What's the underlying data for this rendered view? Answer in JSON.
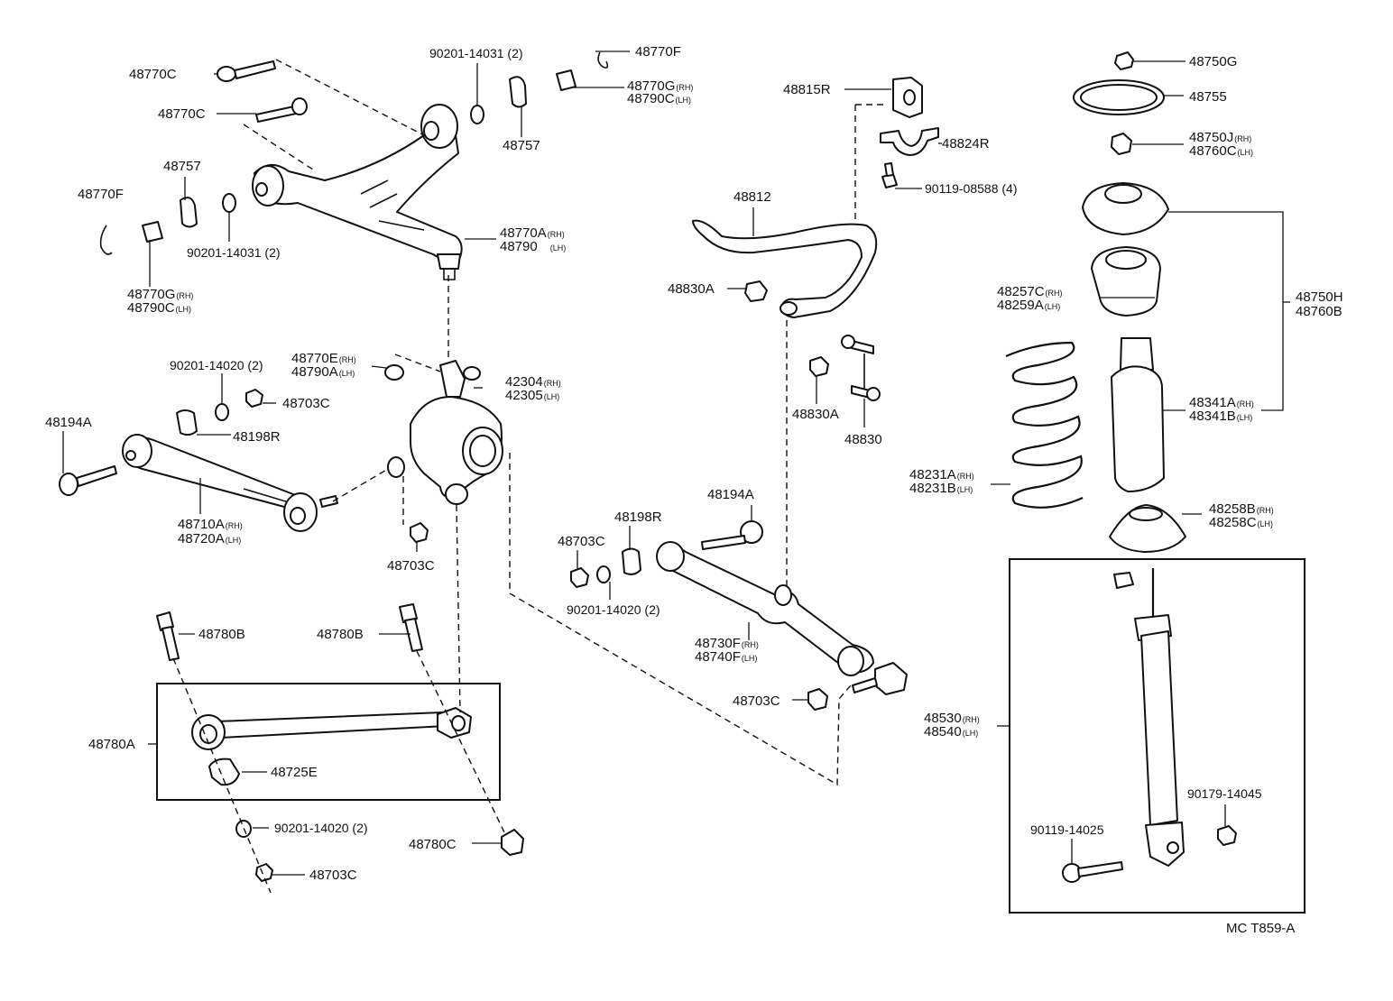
{
  "diagram": {
    "caption": "MC T859-A",
    "parts": {
      "p48770C_a": {
        "num": "48770C",
        "side": ""
      },
      "p48770C_b": {
        "num": "48770C",
        "side": ""
      },
      "p90201_14031_top": {
        "num": "90201-14031 (2)",
        "side": ""
      },
      "p48770F_top": {
        "num": "48770F",
        "side": ""
      },
      "p48770G_rh_top": {
        "num": "48770G",
        "side": "(RH)"
      },
      "p48790C_lh_top": {
        "num": "48790C",
        "side": "(LH)"
      },
      "p48757_top": {
        "num": "48757",
        "side": ""
      },
      "p48757_left": {
        "num": "48757",
        "side": ""
      },
      "p48770F_left": {
        "num": "48770F",
        "side": ""
      },
      "p90201_14031_left": {
        "num": "90201-14031 (2)",
        "side": ""
      },
      "p48770A_rh": {
        "num": "48770A",
        "side": "(RH)"
      },
      "p48790_lh": {
        "num": "48790",
        "side": "(LH)"
      },
      "p48770G_rh_left": {
        "num": "48770G",
        "side": "(RH)"
      },
      "p48790C_lh_left": {
        "num": "48790C",
        "side": "(LH)"
      },
      "p90201_14020_a": {
        "num": "90201-14020 (2)",
        "side": ""
      },
      "p48770E_rh": {
        "num": "48770E",
        "side": "(RH)"
      },
      "p48790A_lh": {
        "num": "48790A",
        "side": "(LH)"
      },
      "p42304_rh": {
        "num": "42304",
        "side": "(RH)"
      },
      "p42305_lh": {
        "num": "42305",
        "side": "(LH)"
      },
      "p48703C_a": {
        "num": "48703C",
        "side": ""
      },
      "p48194A_left": {
        "num": "48194A",
        "side": ""
      },
      "p48198R_left": {
        "num": "48198R",
        "side": ""
      },
      "p48710A_rh": {
        "num": "48710A",
        "side": "(RH)"
      },
      "p48720A_lh": {
        "num": "48720A",
        "side": "(LH)"
      },
      "p48703C_b": {
        "num": "48703C",
        "side": ""
      },
      "p48780B_a": {
        "num": "48780B",
        "side": ""
      },
      "p48780B_b": {
        "num": "48780B",
        "side": ""
      },
      "p48780A": {
        "num": "48780A",
        "side": ""
      },
      "p48725E": {
        "num": "48725E",
        "side": ""
      },
      "p90201_14020_b": {
        "num": "90201-14020 (2)",
        "side": ""
      },
      "p48780C": {
        "num": "48780C",
        "side": ""
      },
      "p48703C_c": {
        "num": "48703C",
        "side": ""
      },
      "p48815R": {
        "num": "48815R",
        "side": ""
      },
      "p48824R": {
        "num": "48824R",
        "side": ""
      },
      "p90119_08588": {
        "num": "90119-08588 (4)",
        "side": ""
      },
      "p48812": {
        "num": "48812",
        "side": ""
      },
      "p48830A_a": {
        "num": "48830A",
        "side": ""
      },
      "p48830A_b": {
        "num": "48830A",
        "side": ""
      },
      "p48830": {
        "num": "48830",
        "side": ""
      },
      "p48194A_mid": {
        "num": "48194A",
        "side": ""
      },
      "p48198R_mid": {
        "num": "48198R",
        "side": ""
      },
      "p48703C_d": {
        "num": "48703C",
        "side": ""
      },
      "p90201_14020_c": {
        "num": "90201-14020 (2)",
        "side": ""
      },
      "p48730F_rh": {
        "num": "48730F",
        "side": "(RH)"
      },
      "p48740F_lh": {
        "num": "48740F",
        "side": "(LH)"
      },
      "p48703C_e": {
        "num": "48703C",
        "side": ""
      },
      "p48750G": {
        "num": "48750G",
        "side": ""
      },
      "p48755": {
        "num": "48755",
        "side": ""
      },
      "p48750J_rh": {
        "num": "48750J",
        "side": "(RH)"
      },
      "p48760C_lh": {
        "num": "48760C",
        "side": "(LH)"
      },
      "p48257C_rh": {
        "num": "48257C",
        "side": "(RH)"
      },
      "p48259A_lh": {
        "num": "48259A",
        "side": "(LH)"
      },
      "p48750H": {
        "num": "48750H",
        "side": ""
      },
      "p48760B": {
        "num": "48760B",
        "side": ""
      },
      "p48341A_rh": {
        "num": "48341A",
        "side": "(RH)"
      },
      "p48341B_lh": {
        "num": "48341B",
        "side": "(LH)"
      },
      "p48231A_rh": {
        "num": "48231A",
        "side": "(RH)"
      },
      "p48231B_lh": {
        "num": "48231B",
        "side": "(LH)"
      },
      "p48258B_rh": {
        "num": "48258B",
        "side": "(RH)"
      },
      "p48258C_lh": {
        "num": "48258C",
        "side": "(LH)"
      },
      "p48530_rh": {
        "num": "48530",
        "side": "(RH)"
      },
      "p48540_lh": {
        "num": "48540",
        "side": "(LH)"
      },
      "p90179_14045": {
        "num": "90179-14045",
        "side": ""
      },
      "p90119_14025": {
        "num": "90119-14025",
        "side": ""
      }
    }
  }
}
